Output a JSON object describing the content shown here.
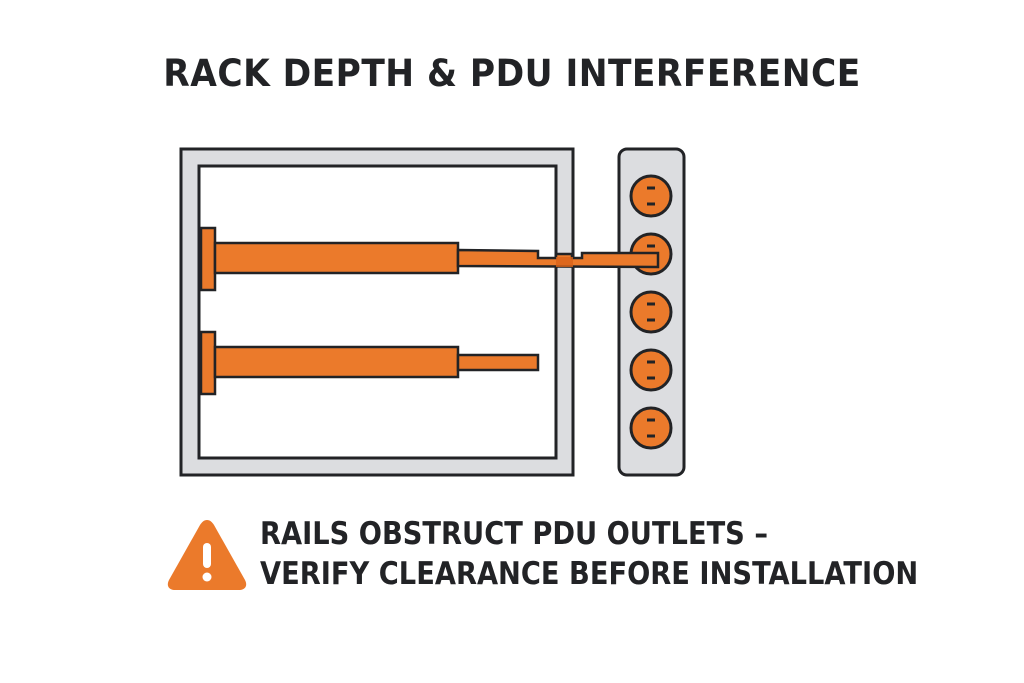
{
  "title": "RACK DEPTH & PDU INTERFERENCE",
  "colors": {
    "accent": "#EB7A2B",
    "outline": "#222326",
    "frame_gray": "#DCDDE0",
    "background": "#FFFFFF"
  },
  "diagram": {
    "rack": {
      "label": "rack-frame"
    },
    "rails": [
      {
        "name": "upper-rail",
        "state": "extended-into-pdu",
        "obstructs_outlet": 2
      },
      {
        "name": "lower-rail",
        "state": "clear",
        "obstructs_outlet": null
      }
    ],
    "pdu": {
      "outlet_count": 5,
      "obstructed_outlet": 2
    }
  },
  "warning": {
    "icon": "warning-triangle-icon",
    "line1": "RAILS OBSTRUCT PDU OUTLETS –",
    "line2": "VERIFY CLEARANCE BEFORE INSTALLATION"
  }
}
